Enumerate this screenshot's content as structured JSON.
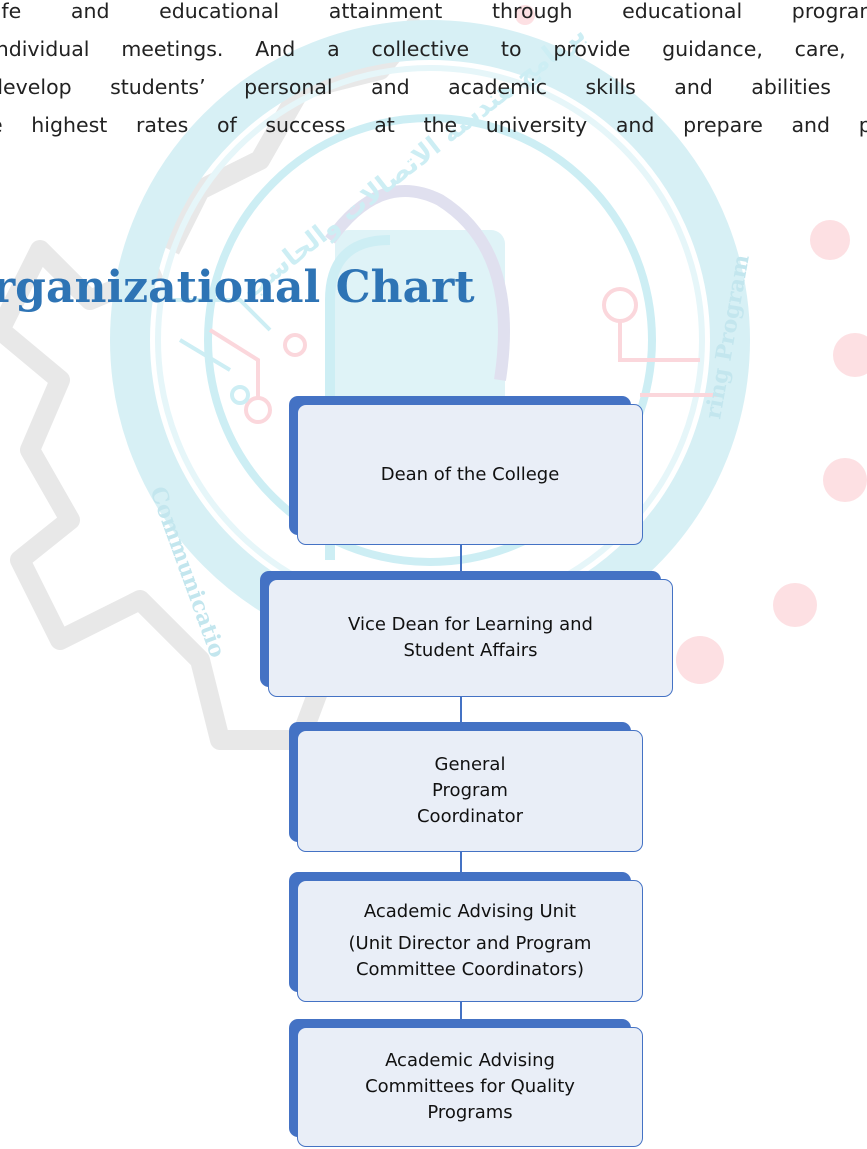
{
  "intro": {
    "lines": [
      "life and educational attainment through educational programs",
      "individual meetings. And a collective to provide guidance, care, a",
      "develop students’ personal and academic skills and abilities to",
      "e highest rates of success at the university and prepare and pla"
    ]
  },
  "heading": "rganizational Chart",
  "watermark": {
    "ring_text_en_left": "Communicatio",
    "ring_text_en_right": "ring Program",
    "ring_text_ar": "برنامج هندسة الاتصالات والحاسب",
    "colors": {
      "ring": "#bfe7ef",
      "gear": "#e8e8e8",
      "dots": "#fde0e3",
      "building": "#b6e4ec"
    }
  },
  "org_chart": {
    "nodes": [
      {
        "title": "Dean of the College"
      },
      {
        "title": "Vice Dean for Learning and Student Affairs"
      },
      {
        "title": "General Program Coordinator"
      },
      {
        "title": "Academic Advising Unit",
        "subtitle": "(Unit Director and Program Committee Coordinators)"
      },
      {
        "title": "Academic Advising Committees for Quality Programs"
      }
    ],
    "colors": {
      "accent": "#4472c4",
      "box_fill": "#e9eef7",
      "heading": "#2e74b5"
    }
  }
}
